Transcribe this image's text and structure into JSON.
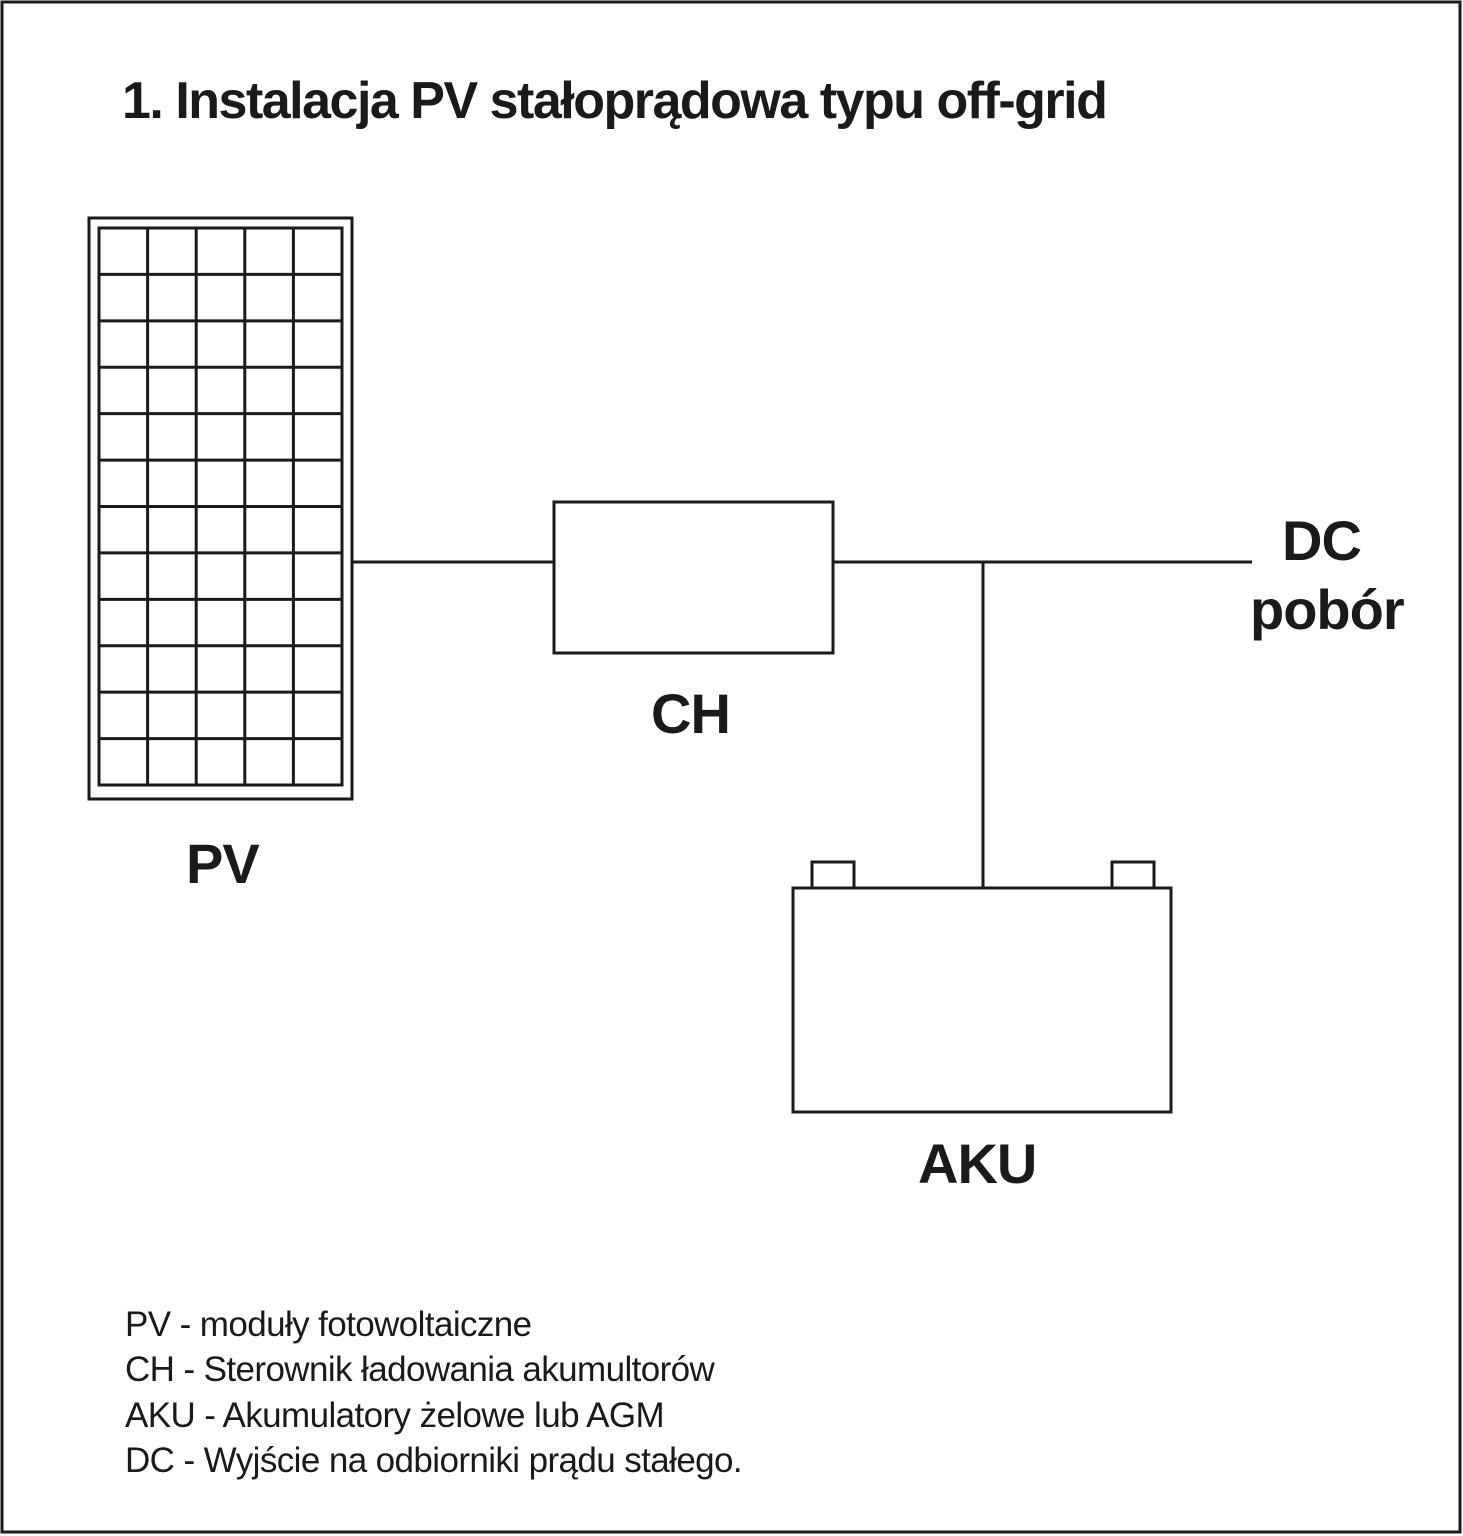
{
  "diagram": {
    "title": "1. Instalacja PV stałoprądowa typu off-grid",
    "components": {
      "pv": {
        "label": "PV",
        "icon": "solar-panel-icon",
        "grid_columns": 5,
        "grid_rows": 12
      },
      "ch": {
        "label": "CH"
      },
      "aku": {
        "label": "AKU",
        "icon": "battery-icon"
      },
      "dc": {
        "label_line1": "DC",
        "label_line2": "pobór"
      }
    },
    "connections": [
      {
        "from": "PV",
        "to": "CH"
      },
      {
        "from": "CH",
        "to": "DC"
      },
      {
        "from": "CH",
        "to": "AKU"
      }
    ],
    "legend": [
      "PV - moduły fotowoltaiczne",
      "CH - Sterownik ładowania akumultorów",
      "AKU - Akumulatory żelowe lub AGM",
      "DC - Wyjście na odbiorniki prądu stałego."
    ],
    "colors": {
      "line": "#1a1a1a",
      "background": "#ffffff"
    }
  }
}
